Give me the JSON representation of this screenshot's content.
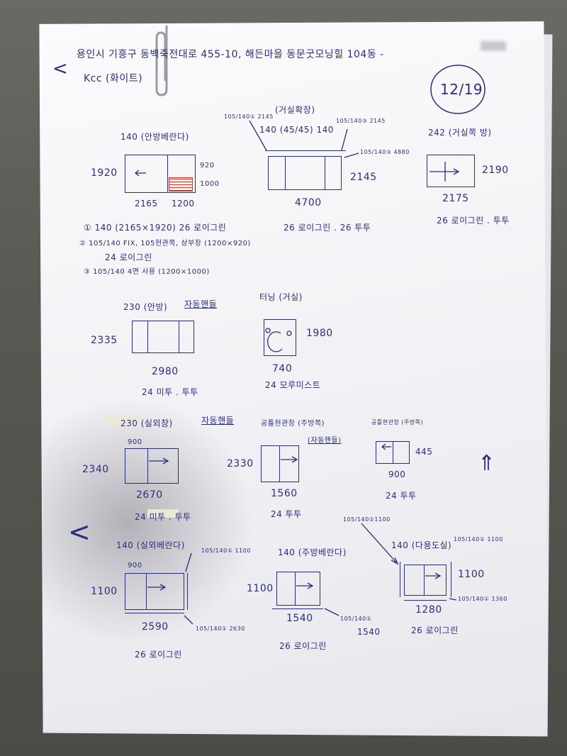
{
  "colors": {
    "ink": "#2a2f7a",
    "paper": "#f4f4f7",
    "accent_red": "#c0392b"
  },
  "header": {
    "address": "용인시 기흥구 동백죽전대로 455-10, 해든마을 동문굿모닝힐 104동 -",
    "brand": "Kcc (화이트)",
    "page_number": "12/19"
  },
  "w1": {
    "title": "140 (안방베란다)",
    "height": "1920",
    "dim_left": "2165",
    "dim_right": "1200",
    "right_upper": "920",
    "right_lower": "1000",
    "notes": [
      "① 140 (2165×1920) 26 로이그린",
      "② 105/140 FIX, 105현관쪽, 상부창 (1200×920)",
      "24 로이그린",
      "③ 105/140 4면 사용 (1200×1000)"
    ]
  },
  "w2": {
    "title": "(거실확장)",
    "subtitle": "140 (45/45) 140",
    "left_note": "105/140① 2145",
    "right_note": "105/140③ 2145",
    "side_note": "105/140③ 4880",
    "height": "2145",
    "width": "4700",
    "glass": "26 로이그린 . 26 투투"
  },
  "w3": {
    "title": "242 (거실쪽 방)",
    "height": "2190",
    "width": "2175",
    "glass": "26 로이그린 . 투투"
  },
  "w4": {
    "title": "230 (안방)",
    "tag": "자동핸들",
    "height": "2335",
    "width": "2980",
    "glass": "24 미투 . 투투"
  },
  "w5": {
    "title": "터닝 (거실)",
    "height": "1980",
    "width": "740",
    "glass": "24 모루미스트"
  },
  "w6": {
    "title": "230 (실외창)",
    "tag": "자동핸들",
    "left_top": "900",
    "height": "2340",
    "width": "2670",
    "glass": "24 미투 . 투투"
  },
  "w7": {
    "title": "공틀현관창 (주방쪽)",
    "tag": "(자동핸들)",
    "height": "2330",
    "width": "1560",
    "glass": "24 투투"
  },
  "w8": {
    "title": "공틀현관창 (주방쪽)",
    "height": "445",
    "width": "900",
    "glass": "24 투투"
  },
  "w9": {
    "title": "140 (실외베란다)",
    "right_note": "105/140① 1100",
    "left_top": "900",
    "height": "1100",
    "width": "2590",
    "bottom_note": "105/140① 2630",
    "glass": "26 로이그린"
  },
  "w10": {
    "title": "140 (주방베란다)",
    "height": "1100",
    "width": "1540",
    "bottom_note": "105/140①",
    "bottom_note2": "1540",
    "glass": "26 로이그린"
  },
  "w11": {
    "title": "140 (다용도실)",
    "top_note": "105/140①1100",
    "right_note": "105/140① 1100",
    "height": "1100",
    "width": "1280",
    "side_note": "105/140① 1360",
    "glass": "26 로이그린"
  },
  "symbols": {
    "left_chevron_1": "<",
    "left_chevron_2": "<",
    "up_arrow": "⇑"
  }
}
